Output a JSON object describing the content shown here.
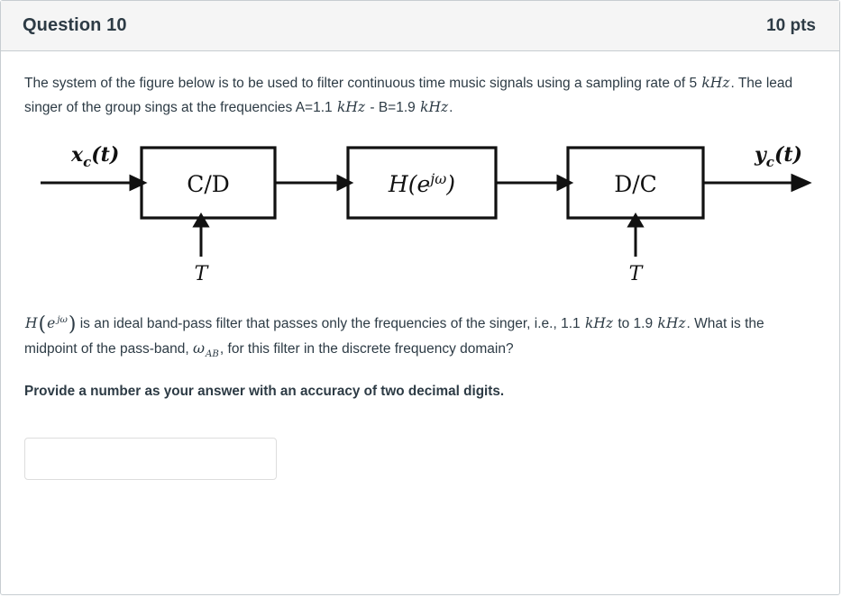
{
  "header": {
    "title": "Question 10",
    "points": "10 pts"
  },
  "intro": {
    "line_a": "The system of the figure below is to be used to filter continuous time music signals using a sampling rate of 5 ",
    "unit_khz_1": "kHz",
    "line_b": ". The lead singer of the group sings at the frequencies A=1.1 ",
    "unit_khz_2": "kHz",
    "line_c": " - B=1.9 ",
    "unit_khz_3": "kHz",
    "line_d": "."
  },
  "diagram": {
    "input_label": "x_c(t)",
    "input_label_base": "x",
    "input_label_sub": "c",
    "input_label_arg": "(t)",
    "output_label_base": "y",
    "output_label_sub": "c",
    "output_label_arg": "(t)",
    "block1": "C/D",
    "block2_base": "H(e",
    "block2_sup": "jω",
    "block2_close": ")",
    "block3": "D/C",
    "clock1": "T",
    "clock2": "T"
  },
  "question": {
    "math_h": "H",
    "math_e": "e",
    "math_jw": "jω",
    "text_a": " is an ideal band-pass filter that passes only the frequencies of the singer, i.e.,  1.1 ",
    "unit_khz_1": "kHz",
    "text_b": " to 1.9 ",
    "unit_khz_2": "kHz",
    "text_c": ". What is the midpoint of the pass-band, ",
    "omega_symbol": "ω",
    "omega_sub": "AB",
    "text_d": ", for this filter in the discrete frequency domain?"
  },
  "instruction": {
    "text": "Provide a number as your answer with an accuracy of two decimal digits."
  },
  "answer": {
    "value": "",
    "placeholder": ""
  },
  "colors": {
    "header_bg": "#f5f5f5",
    "border": "#c7cdd1",
    "text": "#2d3b45",
    "input_border": "#dddddd"
  }
}
